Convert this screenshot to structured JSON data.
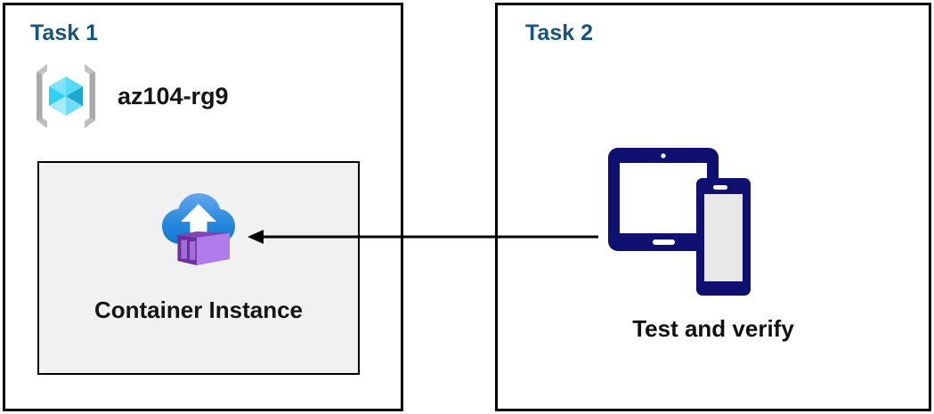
{
  "diagram": {
    "title_color": "#17547e",
    "panels": [
      {
        "id": "task1",
        "title": "Task 1",
        "resource_group": {
          "icon": "resource-group-icon",
          "label": "az104-rg9"
        },
        "resource": {
          "icon": "container-instance-icon",
          "label": "Container Instance"
        }
      },
      {
        "id": "task2",
        "title": "Task 2",
        "device": {
          "icon": "tablet-and-phone-icon",
          "label": "Test and verify"
        }
      }
    ],
    "connector": {
      "name": "arrow-task2-to-container-instance",
      "direction": "right-to-left",
      "color": "#000000"
    },
    "colors": {
      "panel_border": "#000000",
      "resource_box_background": "#f1f1f1",
      "title": "#17547e",
      "label": "#151515",
      "device_navy": "#101070",
      "cube_cyan_light": "#9fe8fb",
      "cube_cyan_mid": "#32d0f5",
      "cube_cyan_dark": "#189cc4",
      "bracket_gray": "#a9a9a9",
      "cloud_blue_top": "#5ea0ec",
      "cloud_blue_bottom": "#0e7ad1",
      "container_purple_dark": "#6b2f9e",
      "container_purple_light": "#b07cec"
    }
  }
}
